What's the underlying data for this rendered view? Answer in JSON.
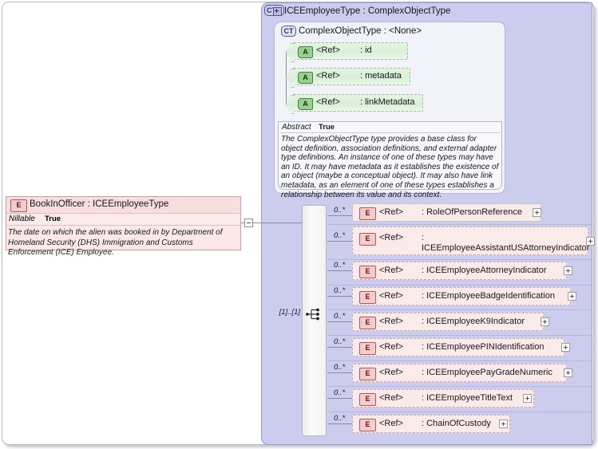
{
  "diagram": {
    "type": "xsd-schema-diagram",
    "complex_type": {
      "badge": "CT",
      "badge_icon": "complextype-expand-icon",
      "title": "ICEEmployeeType : ComplexObjectType"
    },
    "base_type": {
      "badge": "CT",
      "title": "ComplexObjectType : <None>",
      "attributes": [
        {
          "badge": "A",
          "ref": "<Ref>",
          "name": ": id"
        },
        {
          "badge": "A",
          "ref": "<Ref>",
          "name": ": metadata"
        },
        {
          "badge": "A",
          "ref": "<Ref>",
          "name": ": linkMetadata"
        }
      ],
      "abstract_label": "Abstract",
      "abstract_value": "True",
      "documentation": "The ComplexObjectType type provides a base class for object definition, association definitions, and external adapter type definitions. An instance of one of these types may have an ID. It may have metadata as it establishes the existence of an object (maybe a conceptual object). It may also have link metadata, as an element of one of these types establishes a relationship between its value and its context."
    },
    "element": {
      "badge": "E",
      "title": "BookInOfficer : ICEEmployeeType",
      "nillable_label": "Nillable",
      "nillable_value": "True",
      "documentation": "The date on which the alien was booked in by Department of Homeland Security (DHS) Immigration and Customs Enforcement (ICE) Employee."
    },
    "sequence": {
      "cardinality": "[1]..[1]",
      "icon": "sequence-compositor-icon"
    },
    "children": [
      {
        "badge": "E",
        "cardinality": "0..*",
        "ref": "<Ref>",
        "name": ": RoleOfPersonReference",
        "solid": true
      },
      {
        "badge": "E",
        "cardinality": "0..*",
        "ref": "<Ref>",
        "name": ": ICEEmployeeAssistantUSAttorneyIndicator",
        "solid": false,
        "wrap": true
      },
      {
        "badge": "E",
        "cardinality": "0..*",
        "ref": "<Ref>",
        "name": ": ICEEmployeeAttorneyIndicator",
        "solid": false
      },
      {
        "badge": "E",
        "cardinality": "0..*",
        "ref": "<Ref>",
        "name": ": ICEEmployeeBadgeIdentification",
        "solid": false
      },
      {
        "badge": "E",
        "cardinality": "0..*",
        "ref": "<Ref>",
        "name": ": ICEEmployeeK9Indicator",
        "solid": false
      },
      {
        "badge": "E",
        "cardinality": "0..*",
        "ref": "<Ref>",
        "name": ": ICEEmployeePINIdentification",
        "solid": false
      },
      {
        "badge": "E",
        "cardinality": "0..*",
        "ref": "<Ref>",
        "name": ": ICEEmployeePayGradeNumeric",
        "solid": false
      },
      {
        "badge": "E",
        "cardinality": "0..*",
        "ref": "<Ref>",
        "name": ": ICEEmployeeTitleText",
        "solid": false
      },
      {
        "badge": "E",
        "cardinality": "0..*",
        "ref": "<Ref>",
        "name": ": ChainOfCustody",
        "solid": false
      }
    ],
    "colors": {
      "element_fill": "#fbeaea",
      "element_border": "#c9a8a8",
      "attribute_fill": "#d8efd6",
      "attribute_border": "#9fbf9f",
      "complextype_fill": "#ccccee",
      "complextype_border": "#9a9ac4",
      "basebox_fill": "#f2f2fa",
      "sequence_bar_fill": "#f1f1f1"
    }
  }
}
